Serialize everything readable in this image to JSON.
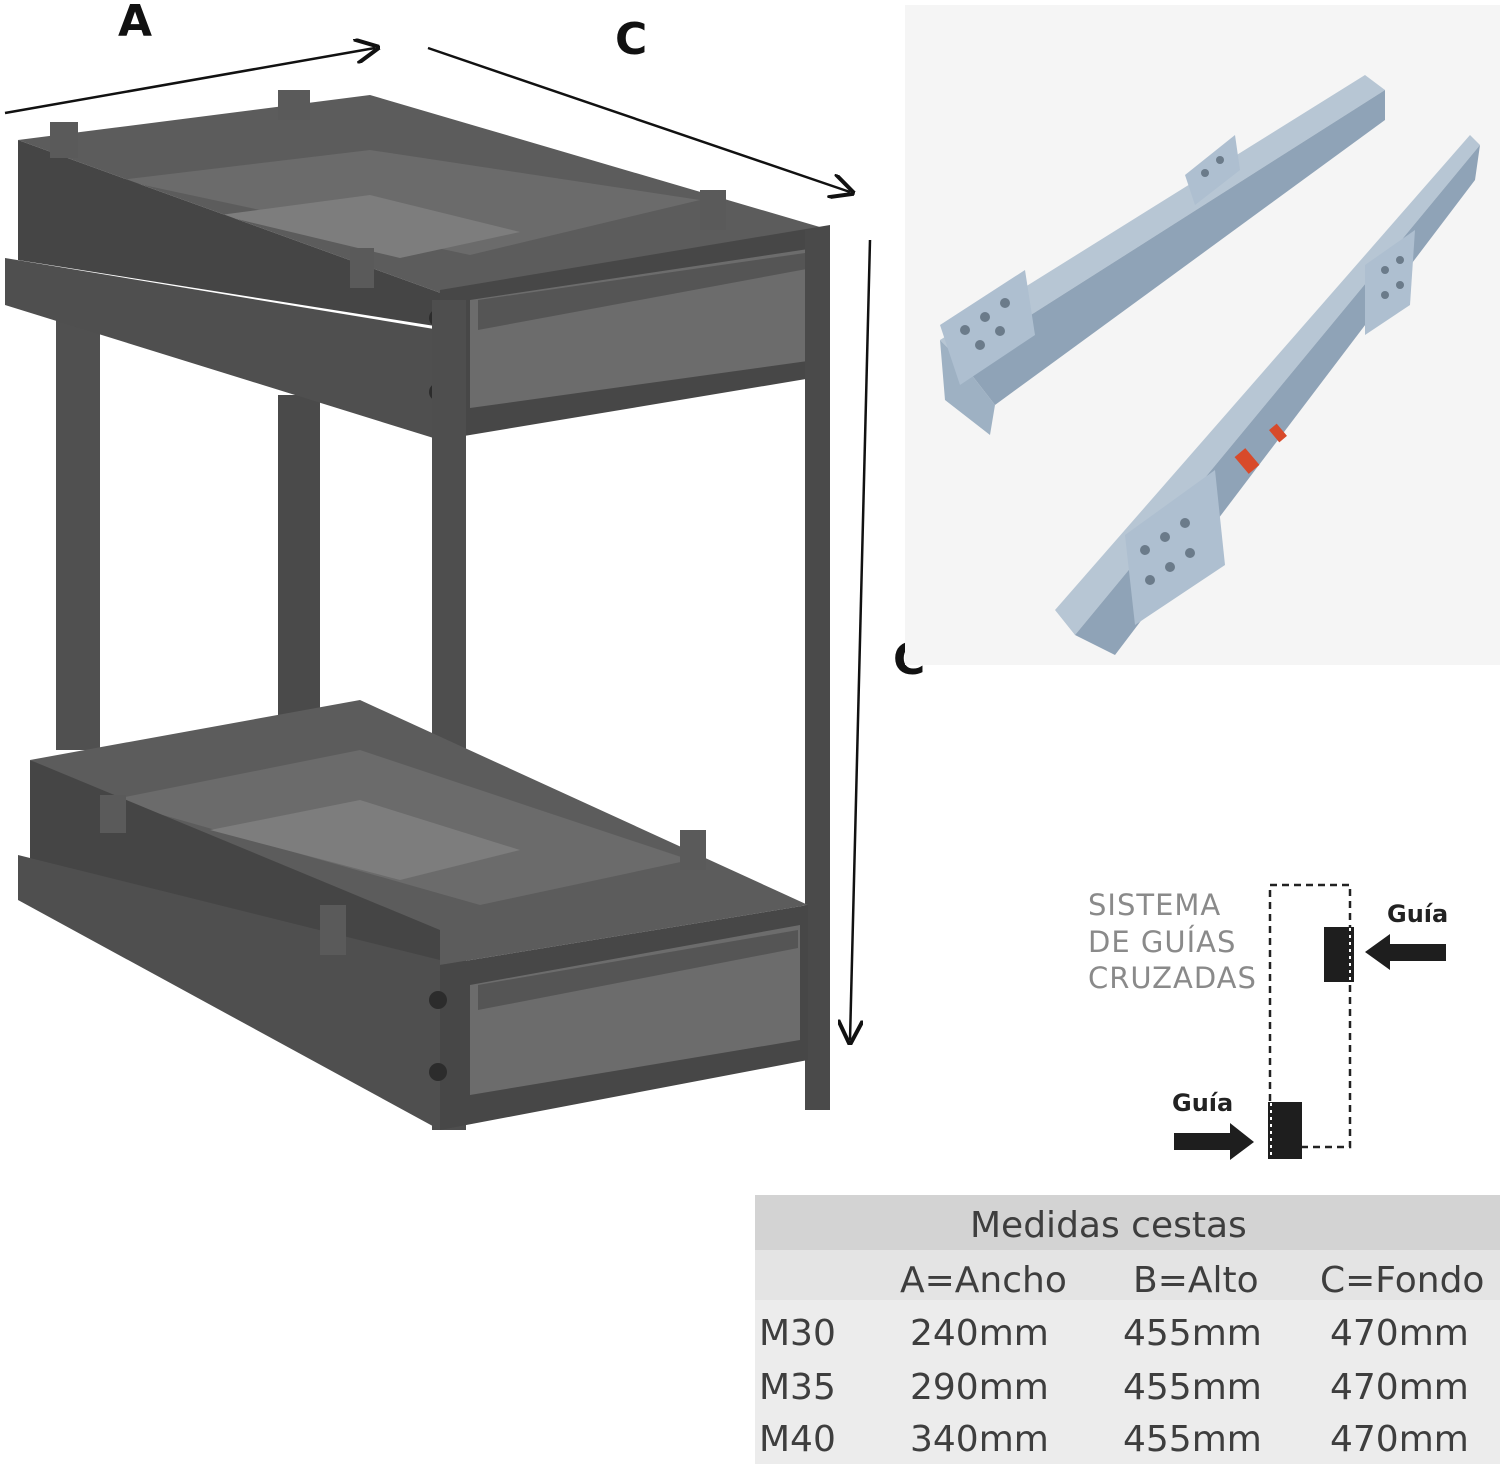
{
  "dimension_labels": {
    "width_label": "A",
    "depth_label": "C",
    "height_label": "C"
  },
  "guide_diagram": {
    "system_line1": "SISTEMA",
    "system_line2": "DE GUÍAS",
    "system_line3": "CRUZADAS",
    "guide_top_label": "Guía",
    "guide_bottom_label": "Guía"
  },
  "table": {
    "title": "Medidas cestas",
    "headers": [
      "",
      "A=Ancho",
      "B=Alto",
      "C=Fondo"
    ],
    "rows": [
      [
        "M30",
        "240mm",
        "455mm",
        "470mm"
      ],
      [
        "M35",
        "290mm",
        "455mm",
        "470mm"
      ],
      [
        "M40",
        "340mm",
        "455mm",
        "470mm"
      ]
    ]
  },
  "colors": {
    "basket_frame": "#4a4a4a",
    "basket_dark": "#3a3a3a",
    "rail_metal": "#a9bccd",
    "table_header_bg": "#d3d3d3"
  }
}
